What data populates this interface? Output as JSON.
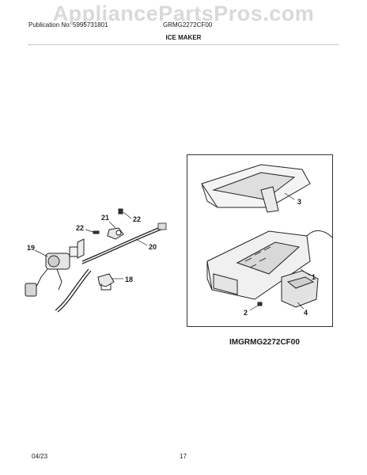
{
  "watermark": "AppliancePartsPros.com",
  "header": {
    "publication": "Publication No: 5995731801",
    "model": "GRMG2272CF00",
    "section_title": "ICE MAKER"
  },
  "diagram_id": "IMGRMG2272CF00",
  "callouts": [
    "22",
    "21",
    "22",
    "19",
    "20",
    "18",
    "3",
    "1",
    "2",
    "4"
  ],
  "footer": {
    "date": "04/23",
    "page": "17"
  }
}
